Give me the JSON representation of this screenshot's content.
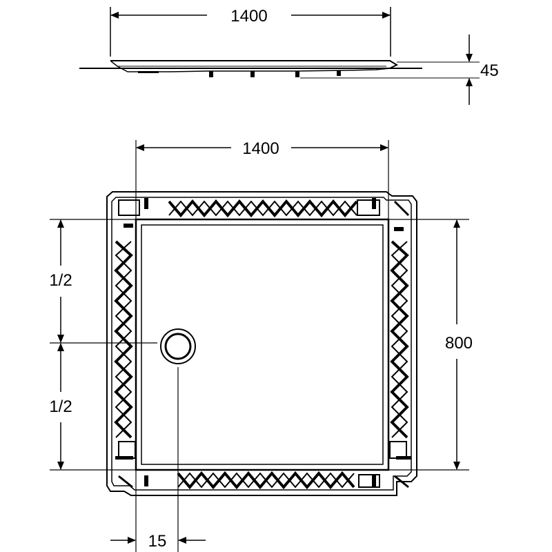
{
  "side_view": {
    "width_label": "1400",
    "height_label": "45"
  },
  "plan_view": {
    "width_label": "1400",
    "depth_label": "800",
    "upper_half_label": "1/2",
    "lower_half_label": "1/2",
    "drain_offset_label": "15"
  },
  "colors": {
    "line": "#000000",
    "background": "#ffffff"
  }
}
